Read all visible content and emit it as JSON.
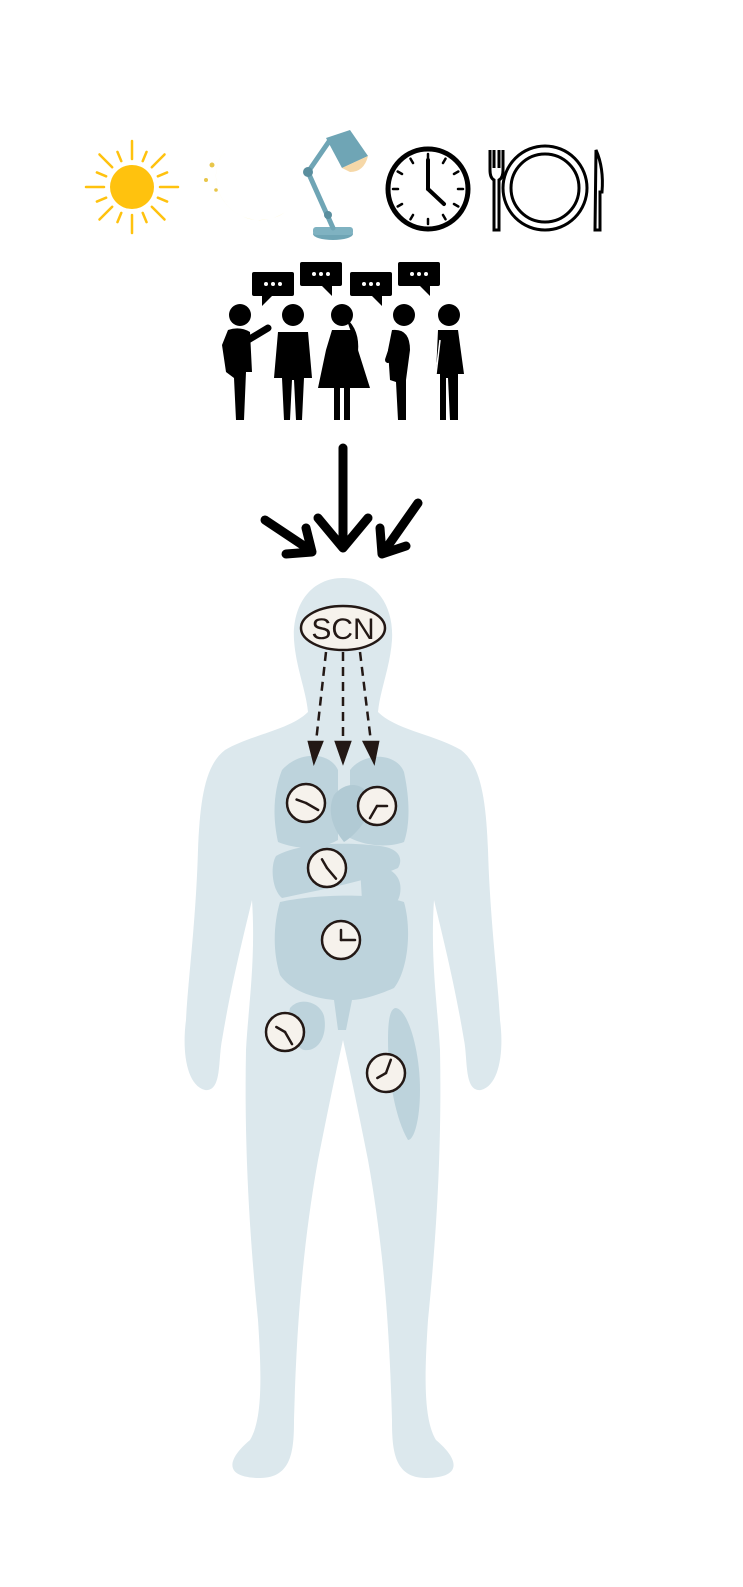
{
  "diagram": {
    "zeitgebers": [
      {
        "icon": "sun-icon",
        "color": "#FFC20E"
      },
      {
        "icon": "moon-icon",
        "color": "#FBEE96"
      },
      {
        "icon": "desk-lamp-icon",
        "color": "#6FA5B5"
      },
      {
        "icon": "clock-icon",
        "color": "#000000"
      },
      {
        "icon": "plate-fork-knife-icon",
        "color": "#000000"
      }
    ],
    "social_icon": "talking-people-icon",
    "master_clock": {
      "label": "SCN"
    },
    "peripheral_clocks": [
      {
        "organ": "lung",
        "hour_angle": 290,
        "minute_angle": 120
      },
      {
        "organ": "heart",
        "hour_angle": 90,
        "minute_angle": 210
      },
      {
        "organ": "liver",
        "hour_angle": 330,
        "minute_angle": 140
      },
      {
        "organ": "intestine",
        "hour_angle": 0,
        "minute_angle": 90
      },
      {
        "organ": "kidney",
        "hour_angle": 300,
        "minute_angle": 150
      },
      {
        "organ": "muscle",
        "hour_angle": 240,
        "minute_angle": 20
      }
    ],
    "colors": {
      "body": "#DCE8ED",
      "organs": "#BDD3DC",
      "ink": "#000000",
      "clock_face": "#F6F2EC",
      "clock_ink": "#231815"
    }
  }
}
